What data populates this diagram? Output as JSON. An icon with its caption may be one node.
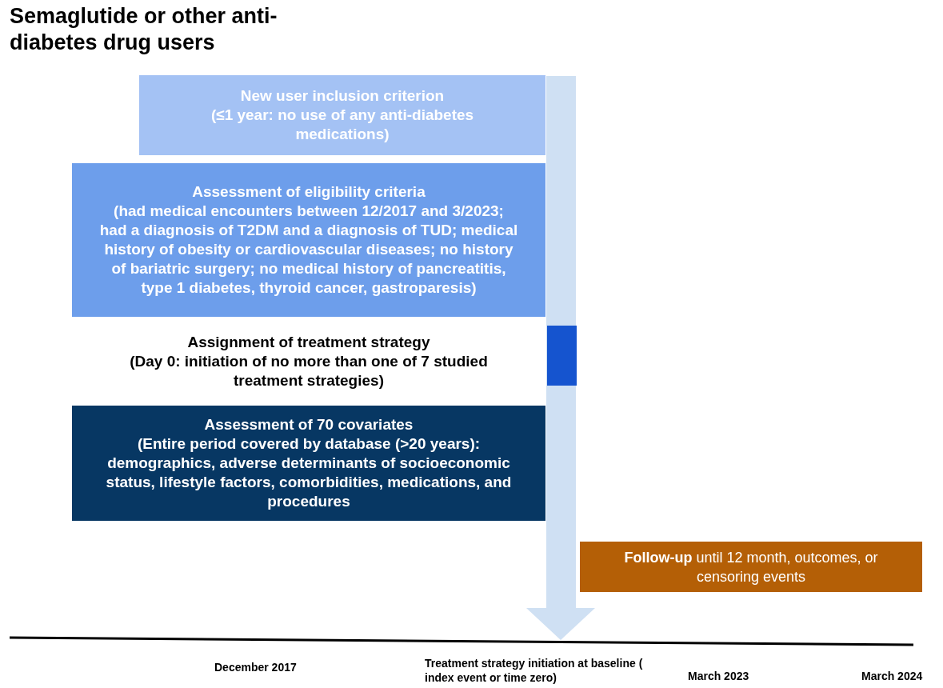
{
  "diagram": {
    "title": "Semaglutide or other anti-diabetes drug users",
    "nodes": [
      {
        "text": [
          "New user inclusion criterion",
          "(≤1 year: no use of any anti-diabetes medications)"
        ]
      },
      {
        "text": [
          "Assessment of eligibility criteria",
          "(had medical encounters between 12/2017 and 3/2023; had a diagnosis of T2DM and a diagnosis of TUD; medical history of obesity or cardiovascular diseases; no history of bariatric surgery; no medical history of pancreatitis, type 1 diabetes, thyroid cancer, gastroparesis)"
        ]
      },
      {
        "text": [
          "Assignment of treatment strategy",
          "(Day 0: initiation of no more than one of 7 studied treatment strategies)"
        ]
      },
      {
        "text": [
          "Assessment of 70 covariates",
          "(Entire period covered by database (>20 years): demographics, adverse determinants of socioeconomic status, lifestyle factors, comorbidities, medications, and procedures"
        ]
      },
      {
        "text": [
          "**Follow-up** until 12 month, outcomes, or censoring events"
        ]
      }
    ],
    "edges": [],
    "labels": [
      "December 2017",
      "Treatment strategy initiation at baseline ( index event or time zero)",
      "March 2023",
      "March 2024"
    ]
  }
}
